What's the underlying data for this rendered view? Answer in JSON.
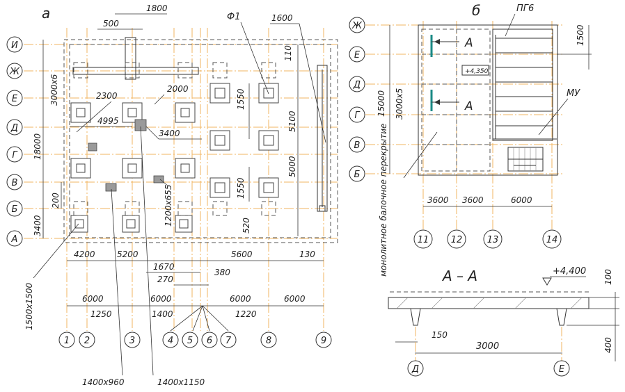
{
  "panels": {
    "a": "а",
    "b": "б"
  },
  "plan_a": {
    "row_labels": [
      "И",
      "Ж",
      "Е",
      "Д",
      "Г",
      "В",
      "Б",
      "А"
    ],
    "col_labels": [
      "1",
      "2",
      "3",
      "4",
      "5",
      "6",
      "7",
      "8",
      "9"
    ],
    "foundation_label": "Ф1",
    "top_dims": {
      "d1800": "1800",
      "d500": "500",
      "d1600": "1600"
    },
    "left_dims": {
      "total": "18000",
      "spacing": "3000x6",
      "d200": "200",
      "d3400": "3400",
      "d1500": "1500x1500"
    },
    "inner_dims": {
      "d2300": "2300",
      "d2000": "2000",
      "d4995": "4995",
      "d3400": "3400",
      "d110": "110",
      "d1550a": "1550",
      "d5100": "5100",
      "d5000": "5000",
      "d1550b": "1550",
      "d520": "520",
      "d1200": "1200x655"
    },
    "bottom_dims": {
      "d4200": "4200",
      "d5200": "5200",
      "d5600": "5600",
      "d130": "130",
      "d1670": "1670",
      "d270": "270",
      "d380": "380",
      "d6000a": "6000",
      "d6000b": "6000",
      "d6000c": "6000",
      "d6000d": "6000",
      "d1250": "1250",
      "d1400": "1400",
      "d1220": "1220"
    },
    "pit_labels": {
      "p1": "1400x960",
      "p2": "1400x1150"
    }
  },
  "plan_b": {
    "row_labels": [
      "Ж",
      "Е",
      "Д",
      "Г",
      "В",
      "Б"
    ],
    "col_labels": [
      "11",
      "12",
      "13",
      "14"
    ],
    "pg6": "ПГ6",
    "mu": "МУ",
    "section_mark": "А",
    "elevation": "+4,350",
    "dims": {
      "total": "15000",
      "spacing": "3000x5",
      "d1500": "1500",
      "d3600a": "3600",
      "d3600b": "3600",
      "d6000": "6000"
    },
    "slab_note": "монолитное балочное перекрытие"
  },
  "section": {
    "title": "А – А",
    "elevation": "+4,400",
    "d100": "100",
    "d400": "400",
    "d150": "150",
    "d3000": "3000",
    "axis_d": "Д",
    "axis_e": "Е"
  }
}
